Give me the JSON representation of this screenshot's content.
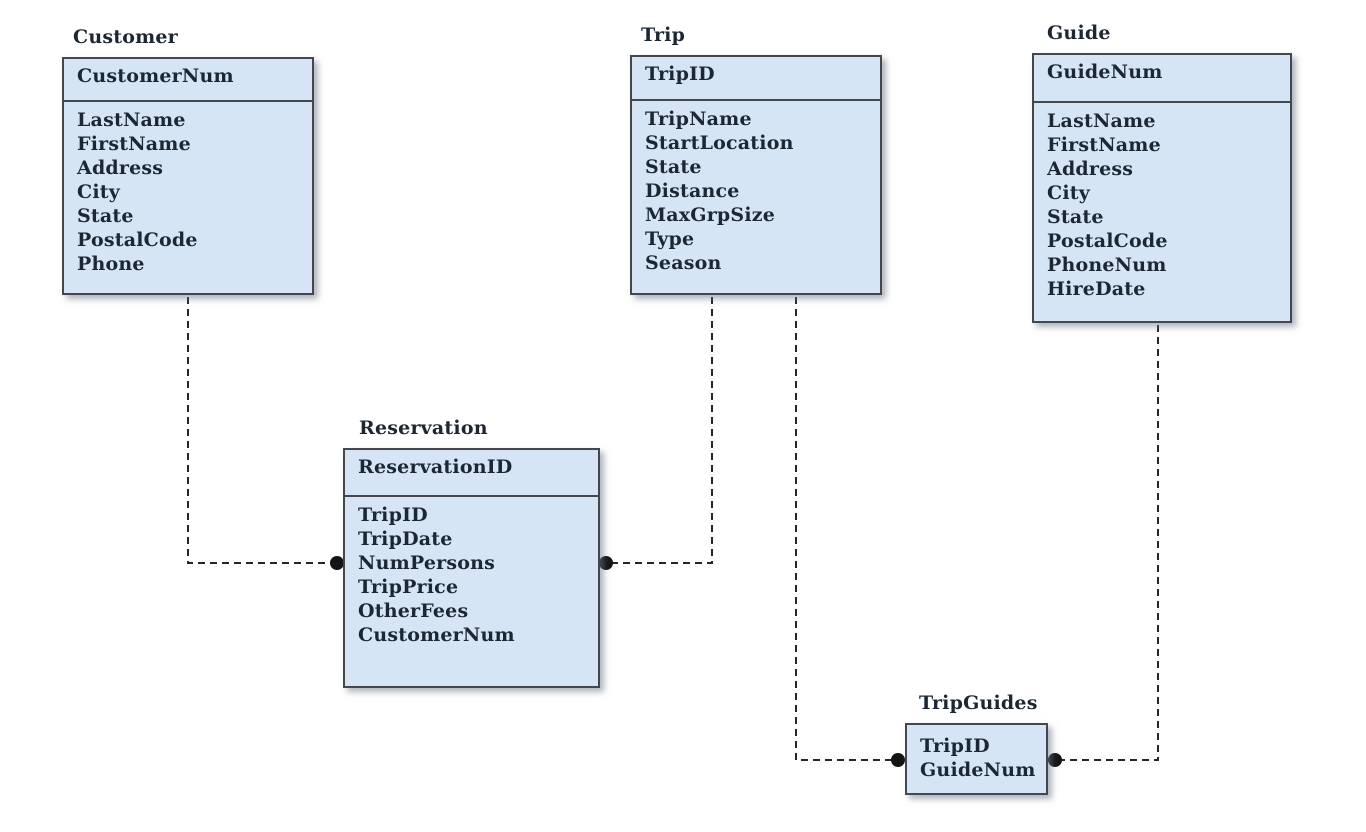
{
  "diagram": {
    "type": "entity-relationship-diagram",
    "colors": {
      "box_fill": "#d6e5f5",
      "box_border": "#44484c",
      "text": "#1c2733",
      "connector": "#262626",
      "dot": "#141414",
      "background": "#ffffff"
    },
    "entities": [
      {
        "name": "Customer",
        "primary_key": "CustomerNum",
        "attributes": [
          "LastName",
          "FirstName",
          "Address",
          "City",
          "State",
          "PostalCode",
          "Phone"
        ]
      },
      {
        "name": "Trip",
        "primary_key": "TripID",
        "attributes": [
          "TripName",
          "StartLocation",
          "State",
          "Distance",
          "MaxGrpSize",
          "Type",
          "Season"
        ]
      },
      {
        "name": "Guide",
        "primary_key": "GuideNum",
        "attributes": [
          "LastName",
          "FirstName",
          "Address",
          "City",
          "State",
          "PostalCode",
          "PhoneNum",
          "HireDate"
        ]
      },
      {
        "name": "Reservation",
        "primary_key": "ReservationID",
        "attributes": [
          "TripID",
          "TripDate",
          "NumPersons",
          "TripPrice",
          "OtherFees",
          "CustomerNum"
        ]
      },
      {
        "name": "TripGuides",
        "attributes": [
          "TripID",
          "GuideNum"
        ]
      }
    ],
    "relationships": [
      {
        "from": "Customer",
        "to": "Reservation",
        "style": "dashed",
        "endpoint": "dot"
      },
      {
        "from": "Trip",
        "to": "Reservation",
        "style": "dashed",
        "endpoint": "dot"
      },
      {
        "from": "Trip",
        "to": "TripGuides",
        "style": "dashed",
        "endpoint": "dot"
      },
      {
        "from": "Guide",
        "to": "TripGuides",
        "style": "dashed",
        "endpoint": "dot"
      }
    ]
  }
}
